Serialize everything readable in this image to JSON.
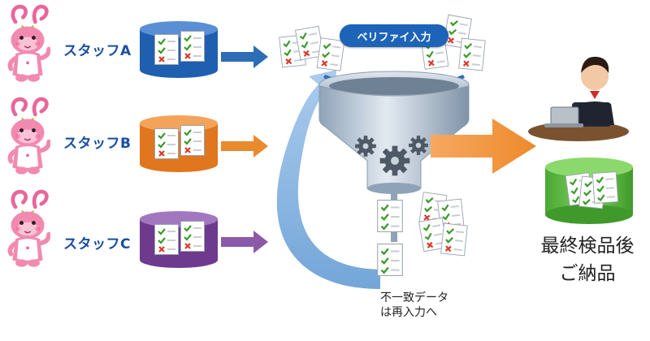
{
  "staff": [
    {
      "label": "スタッフA",
      "db_color": "#1f5fb0",
      "db_light": "#5a8fd6",
      "arrow_color": "#2d6db6"
    },
    {
      "label": "スタッフB",
      "db_color": "#e0761e",
      "db_light": "#f4a45a",
      "arrow_color": "#ea8a2e"
    },
    {
      "label": "スタッフC",
      "db_color": "#6e3a8e",
      "db_light": "#a277c0",
      "arrow_color": "#8a5aa8"
    }
  ],
  "verify_label": "ベリファイ入力",
  "result_label_lines": [
    "最終検品後",
    "ご納品"
  ],
  "mismatch_label_lines": [
    "不一致データ",
    "は再入力へ"
  ],
  "colors": {
    "check": "#3a9a2a",
    "cross": "#d83a2a",
    "funnel": "#b9c6d4",
    "output_arrow": "#f0913a",
    "return_arrow": "#6aa3d8",
    "final_db": "#6cc24a"
  },
  "icons": [
    "mascot-character",
    "database-icon",
    "document-icon",
    "gear-icon",
    "funnel-icon",
    "worker-at-laptop-icon"
  ]
}
